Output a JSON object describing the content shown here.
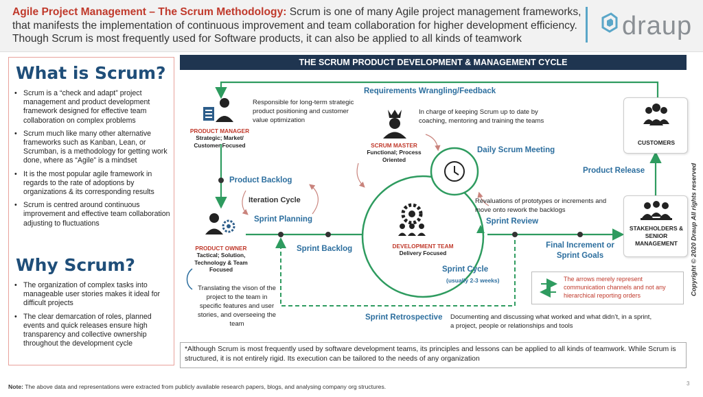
{
  "header": {
    "title": "Agile Project Management – The Scrum Methodology:",
    "intro": "Scrum is one of many Agile project management frameworks, that manifests the implementation of continuous improvement and team collaboration for higher development efficiency. Though Scrum is most frequently used for Software products, it can also be applied to all kinds of teamwork",
    "logo": "draup"
  },
  "left": {
    "what_heading": "What is Scrum?",
    "what_items": [
      "Scrum is a “check and adapt” project management and product development framework designed for effective team collaboration on complex problems",
      "Scrum much like many other alternative frameworks such as Kanban, Lean, or Scrumban, is a methodology for getting work done, where as “Agile” is a mindset",
      "It is the most popular agile framework in regards to the rate of adoptions by organizations & its corresponding results",
      "Scrum is centred around continuous improvement and effective team collaboration adjusting to fluctuations"
    ],
    "why_heading": "Why Scrum?",
    "why_items": [
      "The organization of complex tasks into manageable user stories makes it ideal for difficult projects",
      "The clear demarcation of roles, planned events and quick releases ensure high transparency and collective ownership throughout the development cycle"
    ]
  },
  "diagram": {
    "title": "THE SCRUM PRODUCT DEVELOPMENT & MANAGEMENT CYCLE",
    "requirements": "Requirements Wrangling/Feedback",
    "pm_desc": "Responsible for long-term strategic product positioning and customer value optimization",
    "pm_name": "PRODUCT MANAGER",
    "pm_role": "Strategic; Market/ Customer Focused",
    "sm_desc": "In charge of keeping Scrum up to date by coaching, mentoring and training the teams",
    "sm_name": "SCRUM MASTER",
    "sm_role": "Functional; Process Oriented",
    "daily": "Daily Scrum Meeting",
    "product_release": "Product Release",
    "customers": "CUSTOMERS",
    "product_backlog": "Product Backlog",
    "iteration": "Iteration Cycle",
    "sprint_planning": "Sprint Planning",
    "revaluations": "Revaluations of prototypes or increments and move onto rework the backlogs",
    "sprint_review": "Sprint Review",
    "stakeholders": "STAKEHOLDERS & SENIOR MANAGEMENT",
    "po_name": "PRODUCT OWNER",
    "po_role": "Tactical; Solution, Technology & Team Focused",
    "sprint_backlog": "Sprint Backlog",
    "dev_name": "DEVELOPMENT TEAM",
    "dev_role": "Delivery Focused",
    "final_increment": "Final Increment or Sprint Goals",
    "sprint_cycle": "Sprint Cycle",
    "sprint_cycle_sub": "(usually 2-3 weeks)",
    "po_desc": "Translating the vison of the project to the team in specific features and user stories, and overseeing the team",
    "legend": "The arrows merely represent communication channels and not any hierarchical reporting orders",
    "retro": "Sprint Retrospective",
    "retro_desc": "Documenting and discussing what worked and what didn’t, in a sprint, a project, people or relationships and tools"
  },
  "footnote": "*Although Scrum is most frequently used by software development teams, its principles and lessons can be applied to all kinds of teamwork. While Scrum is structured, it is not entirely rigid. Its execution can be tailored to the needs of any organization",
  "note_label": "Note:",
  "note": "The above data and representations were extracted from publicly available research papers, blogs, and analysing company org structures.",
  "page_number": "3",
  "copyright": "Copyright © 2020 Draup All rights reserved",
  "colors": {
    "accent_red": "#c0392b",
    "title_blue": "#1f4e79",
    "arrow_green": "#2e9b5f",
    "bar_navy": "#1f3550"
  }
}
